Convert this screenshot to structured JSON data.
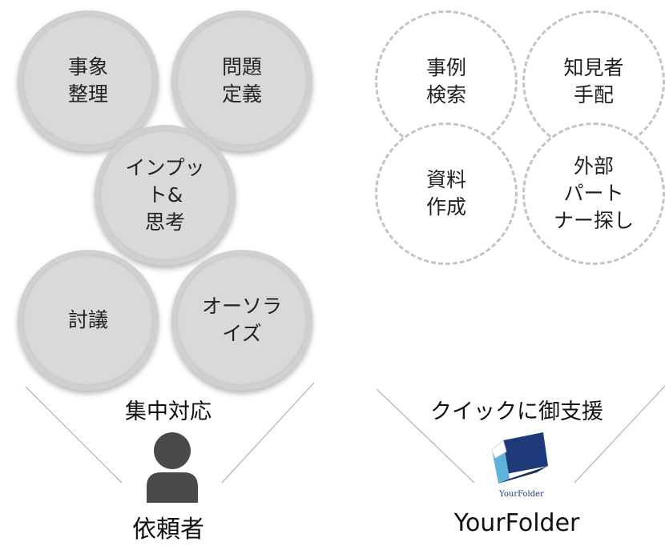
{
  "left": {
    "circles": [
      {
        "label": "事象\n整理"
      },
      {
        "label": "問題\n定義"
      },
      {
        "label": "インプッ\nト&\n思考"
      },
      {
        "label": "討議"
      },
      {
        "label": "オーソラ\nイズ"
      }
    ],
    "caption": "集中対応",
    "person_name": "依頼者",
    "person_icon": "person-icon"
  },
  "right": {
    "circles": [
      {
        "label": "事例\n検索"
      },
      {
        "label": "知見者\n手配"
      },
      {
        "label": "資料\n作成"
      },
      {
        "label": "外部\nパート\nナー探し"
      }
    ],
    "caption": "クイックに御支援",
    "logo_text": "YourFolder",
    "company_name": "YourFolder"
  },
  "colors": {
    "circle_fill": "#d9d9d9",
    "dashed_border": "#c4c4c4",
    "logo_blue": "#1f3a7a",
    "person": "#4a4a4a"
  }
}
